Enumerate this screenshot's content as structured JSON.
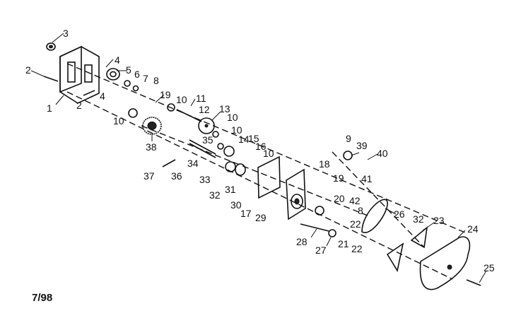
{
  "diagram": {
    "date_code": "7/98",
    "part_labels": [
      "1",
      "2",
      "2",
      "3",
      "4",
      "4",
      "5",
      "6",
      "7",
      "8",
      "9",
      "10",
      "10",
      "10",
      "10",
      "10",
      "11",
      "12",
      "13",
      "14",
      "15",
      "16",
      "17",
      "18",
      "19",
      "19",
      "20",
      "21",
      "22",
      "22",
      "23",
      "24",
      "25",
      "26",
      "27",
      "28",
      "29",
      "30",
      "31",
      "32",
      "32",
      "33",
      "34",
      "35",
      "36",
      "37",
      "38",
      "39",
      "40",
      "41",
      "42",
      "8"
    ]
  }
}
